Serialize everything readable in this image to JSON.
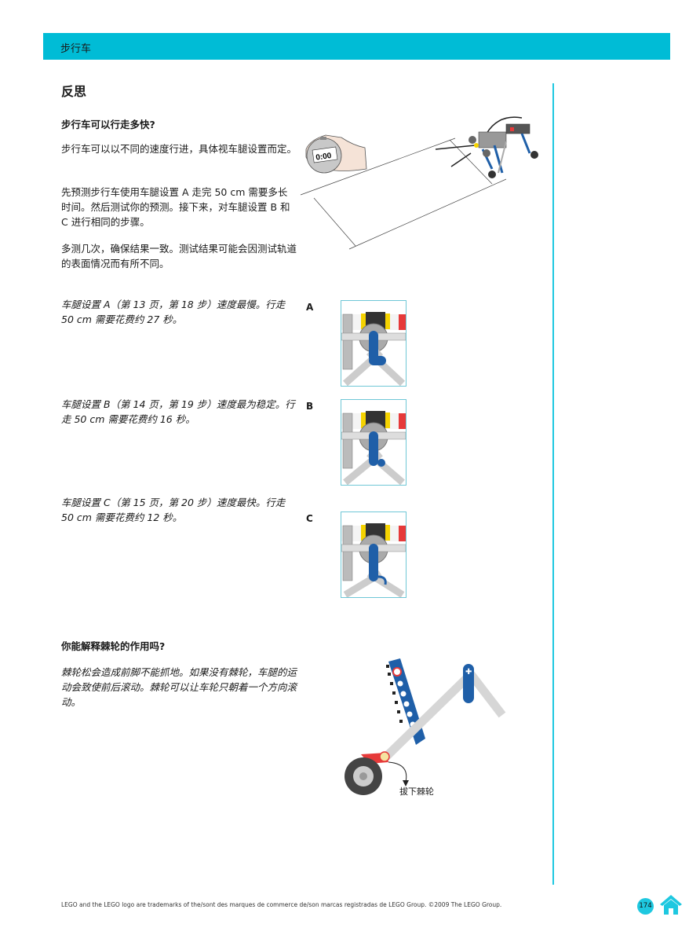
{
  "header": {
    "title": "步行车"
  },
  "section": {
    "title": "反思"
  },
  "q1": {
    "title": "步行车可以行走多快?",
    "paragraphs": [
      "步行车可以以不同的速度行进，具体视车腿设置而定。",
      "先预测步行车使用车腿设置 A 走完 50 cm 需要多长时间。然后测试你的预测。接下来，对车腿设置 B 和 C 进行相同的步骤。",
      "多测几次，确保结果一致。测试结果可能会因测试轨道的表面情况而有所不同。"
    ],
    "stopwatch": "0:00"
  },
  "settings": [
    {
      "label": "A",
      "text": "车腿设置 A（第 13 页，第 18 步）速度最慢。行走 50 cm 需要花费约 27 秒。"
    },
    {
      "label": "B",
      "text": "车腿设置 B（第 14 页，第 19 步）速度最为稳定。行走 50 cm 需要花费约 16 秒。"
    },
    {
      "label": "C",
      "text": "车腿设置 C（第 15 页，第 20 步）速度最快。行走 50 cm 需要花费约 12 秒。"
    }
  ],
  "q2": {
    "title": "你能解释棘轮的作用吗?",
    "answer": "棘轮松会造成前脚不能抓地。如果没有棘轮，车腿的运动会致使前后滚动。棘轮可以让车轮只朝着一个方向滚动。",
    "annotation": "拔下棘轮"
  },
  "footer": {
    "legal": "LEGO and the LEGO logo are trademarks of the/sont des marques de commerce de/son marcas registradas de LEGO Group. ©2009 The LEGO Group.",
    "page_number": "174",
    "home_icon": "home-icon"
  },
  "colors": {
    "accent": "#00bcd6",
    "divider": "#1ec8e0",
    "lego_blue": "#1f5fa8",
    "lego_red": "#e63a3a",
    "lego_yellow": "#f5d300"
  }
}
